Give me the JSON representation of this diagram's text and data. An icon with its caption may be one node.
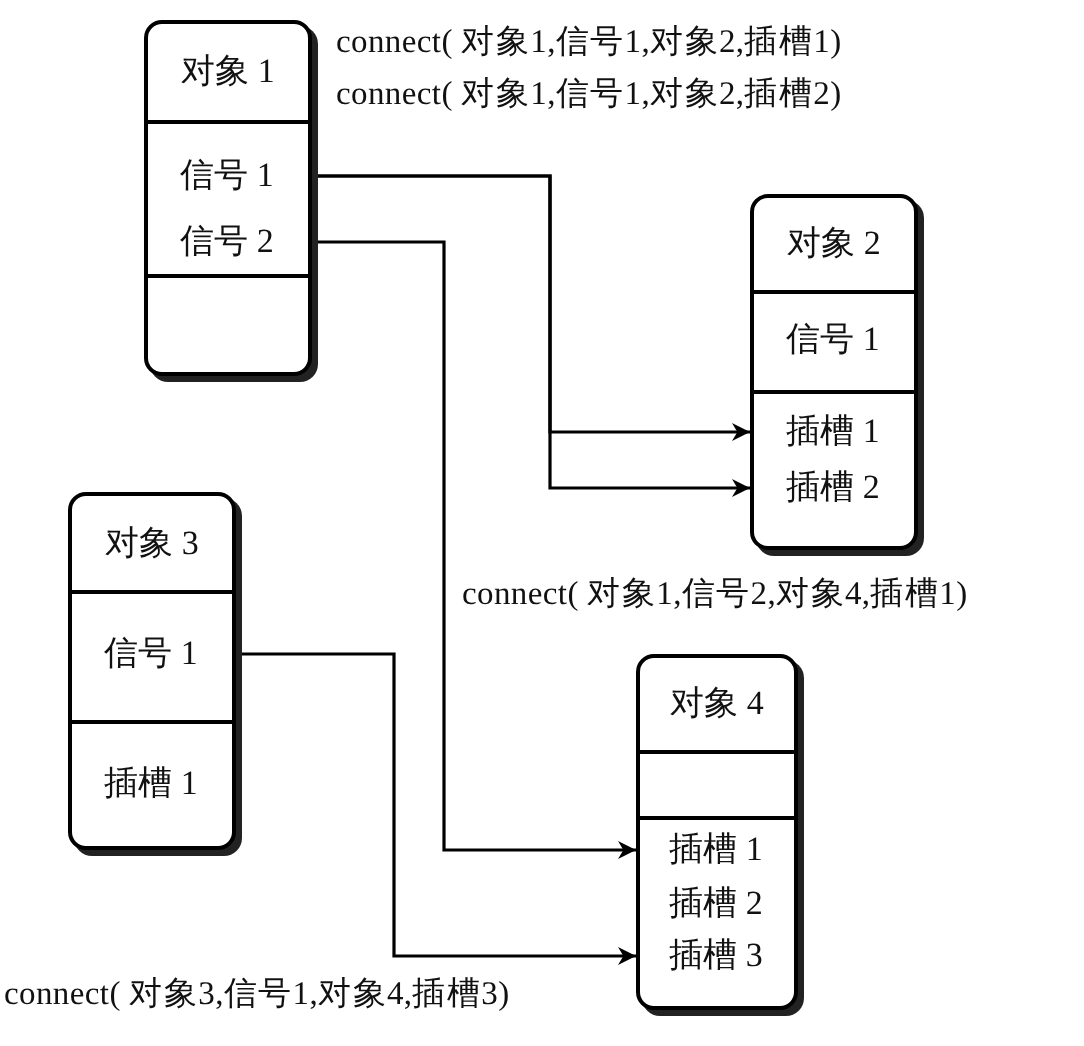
{
  "diagram": {
    "nodes": [
      {
        "text": [
          "对象 1"
        ]
      },
      {
        "text": [
          "信号 1"
        ],
        "in": 0
      },
      {
        "text": [
          "信号 2"
        ],
        "in": 0
      },
      {
        "text": [
          "对象 2"
        ]
      },
      {
        "text": [
          "信号 1"
        ],
        "in": 3
      },
      {
        "text": [
          "插槽 1"
        ],
        "in": 3
      },
      {
        "text": [
          "插槽 2"
        ],
        "in": 3
      },
      {
        "text": [
          "对象 3"
        ]
      },
      {
        "text": [
          "信号 1"
        ],
        "in": 7
      },
      {
        "text": [
          "插槽 1"
        ],
        "in": 7
      },
      {
        "text": [
          "对象 4"
        ]
      },
      {
        "text": [
          "插槽 1"
        ],
        "in": 10
      },
      {
        "text": [
          "插槽 2"
        ],
        "in": 10
      },
      {
        "text": [
          "插槽 3"
        ],
        "in": 10
      }
    ],
    "edges": [
      {
        "from": 1,
        "to": 5,
        "arrow": "to"
      },
      {
        "from": 1,
        "to": 6,
        "arrow": "to"
      },
      {
        "from": 2,
        "to": 11,
        "arrow": "to"
      },
      {
        "from": 8,
        "to": 13,
        "arrow": "to"
      }
    ],
    "labels": [
      "connect( 对象1,信号1,对象2,插槽1)",
      "connect( 对象1,信号1,对象2,插槽2)",
      "connect( 对象1,信号2,对象4,插槽1)",
      "connect( 对象3,信号1,对象4,插槽3)"
    ]
  }
}
